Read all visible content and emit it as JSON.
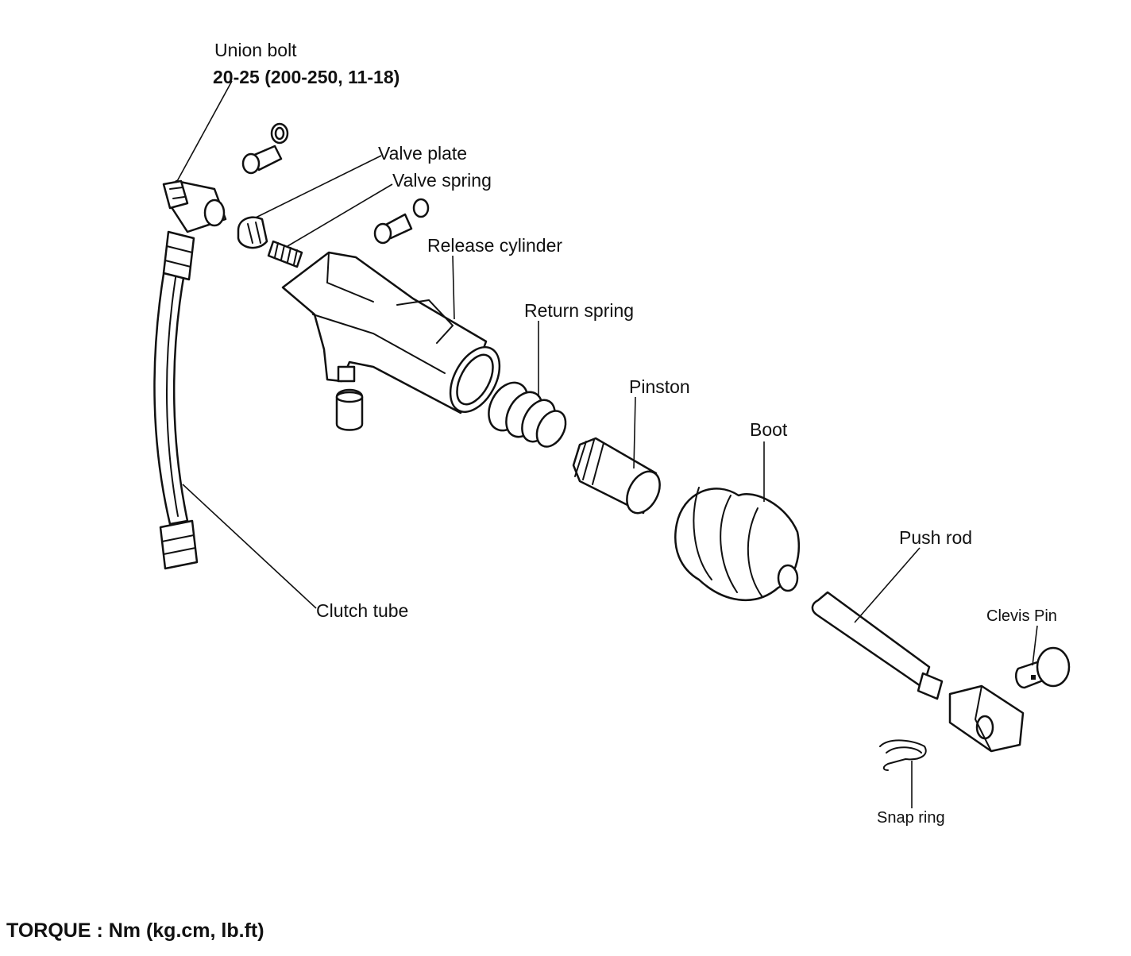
{
  "labels": {
    "union_bolt": "Union bolt",
    "union_bolt_torque": "20-25 (200-250, 11-18)",
    "valve_plate": "Valve plate",
    "valve_spring": "Valve spring",
    "release_cylinder": "Release cylinder",
    "return_spring": "Return spring",
    "piston": "Pinston",
    "boot": "Boot",
    "push_rod": "Push rod",
    "clevis_pin": "Clevis Pin",
    "snap_ring": "Snap ring",
    "clutch_tube": "Clutch tube"
  },
  "footer": {
    "torque_note": "TORQUE : Nm (kg.cm, lb.ft)"
  }
}
